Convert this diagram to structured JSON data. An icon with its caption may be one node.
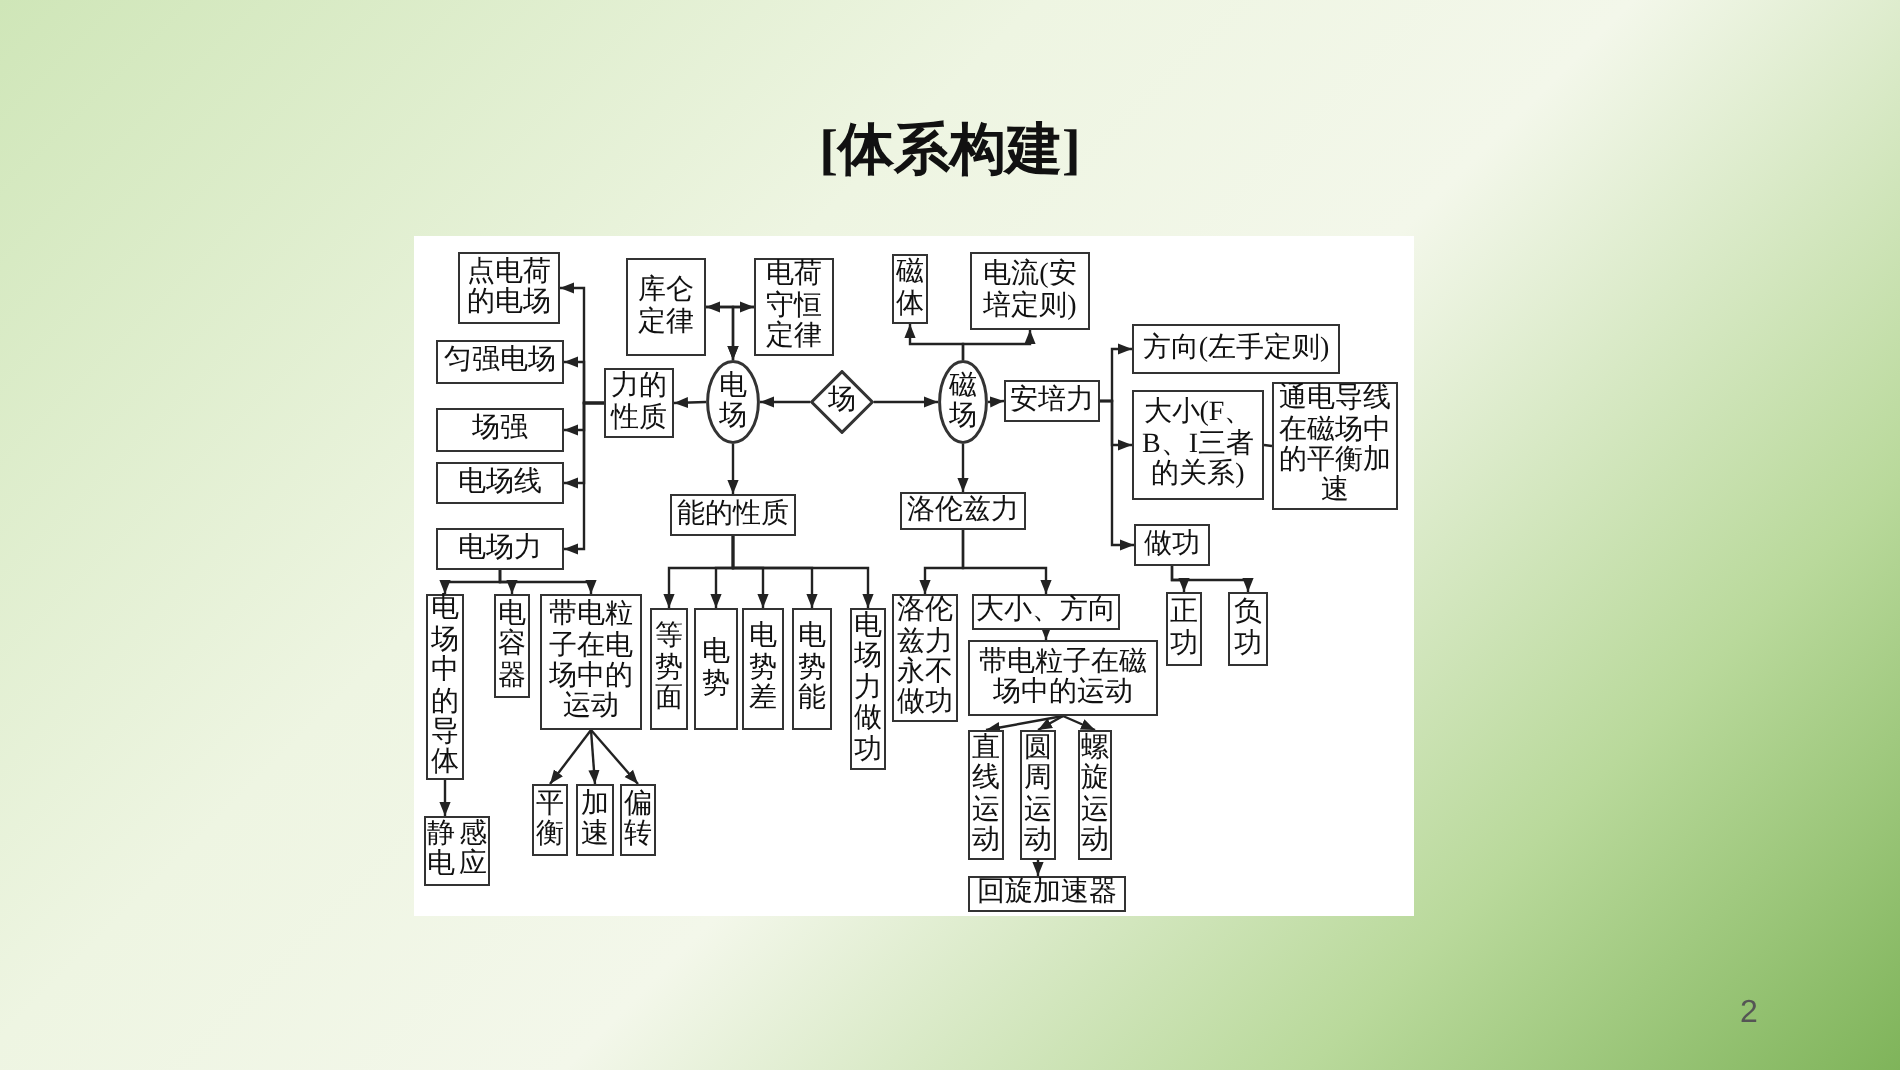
{
  "diagram": {
    "title": "[体系构建]",
    "nodes": [
      {
        "text": [
          "点电荷的电场"
        ]
      },
      {
        "text": [
          "匀强电场"
        ]
      },
      {
        "text": [
          "场强"
        ]
      },
      {
        "text": [
          "电场线"
        ]
      },
      {
        "text": [
          "电场力"
        ]
      },
      {
        "text": [
          "力的性质"
        ]
      },
      {
        "text": [
          "库仑定律"
        ]
      },
      {
        "text": [
          "电荷守恒定律"
        ]
      },
      {
        "text": [
          "电场"
        ]
      },
      {
        "text": [
          "场"
        ]
      },
      {
        "text": [
          "磁体"
        ]
      },
      {
        "text": [
          "电流(安培定则)"
        ]
      },
      {
        "text": [
          "磁场"
        ]
      },
      {
        "text": [
          "安培力"
        ]
      },
      {
        "text": [
          "方向(左手定则)"
        ]
      },
      {
        "text": [
          "大小(F、B、I三者的关系)"
        ]
      },
      {
        "text": [
          "通电导线在磁场中的平衡加速"
        ]
      },
      {
        "text": [
          "做功"
        ]
      },
      {
        "text": [
          "正功"
        ]
      },
      {
        "text": [
          "负功"
        ]
      },
      {
        "text": [
          "能的性质"
        ]
      },
      {
        "text": [
          "洛伦兹力"
        ]
      },
      {
        "text": [
          "电场中的导体"
        ]
      },
      {
        "text": [
          "电容器"
        ]
      },
      {
        "text": [
          "带电粒子在电场中的运动"
        ]
      },
      {
        "text": [
          "等势面"
        ]
      },
      {
        "text": [
          "电势"
        ]
      },
      {
        "text": [
          "电势差"
        ]
      },
      {
        "text": [
          "电势能"
        ]
      },
      {
        "text": [
          "电场力做功"
        ]
      },
      {
        "text": [
          "洛伦兹力永不做功"
        ]
      },
      {
        "text": [
          "大小、方向"
        ]
      },
      {
        "text": [
          "带电粒子在磁场中的运动"
        ]
      },
      {
        "text": [
          "平衡"
        ]
      },
      {
        "text": [
          "加速"
        ]
      },
      {
        "text": [
          "偏转"
        ]
      },
      {
        "text": [
          "静电感应"
        ]
      },
      {
        "text": [
          "直线运动"
        ]
      },
      {
        "text": [
          "圆周运动"
        ]
      },
      {
        "text": [
          "螺旋运动"
        ]
      },
      {
        "text": [
          "回旋加速器"
        ]
      }
    ],
    "edges": [
      {
        "from": 6,
        "to": 7,
        "arrow": "both"
      },
      {
        "from": 6,
        "to": 8,
        "arrow": "to"
      },
      {
        "from": 7,
        "to": 8,
        "arrow": "to"
      },
      {
        "from": 9,
        "to": 8,
        "arrow": "to"
      },
      {
        "from": 9,
        "to": 12,
        "arrow": "to"
      },
      {
        "from": 8,
        "to": 5,
        "arrow": "to"
      },
      {
        "from": 8,
        "to": 20,
        "arrow": "to"
      },
      {
        "from": 5,
        "to": 0,
        "arrow": "to"
      },
      {
        "from": 5,
        "to": 1,
        "arrow": "to"
      },
      {
        "from": 5,
        "to": 2,
        "arrow": "to"
      },
      {
        "from": 5,
        "to": 3,
        "arrow": "to"
      },
      {
        "from": 5,
        "to": 4,
        "arrow": "to"
      },
      {
        "from": 4,
        "to": 22,
        "arrow": "to"
      },
      {
        "from": 4,
        "to": 23,
        "arrow": "to"
      },
      {
        "from": 4,
        "to": 24,
        "arrow": "to"
      },
      {
        "from": 22,
        "to": 36,
        "arrow": "to"
      },
      {
        "from": 24,
        "to": 33,
        "arrow": "to"
      },
      {
        "from": 24,
        "to": 34,
        "arrow": "to"
      },
      {
        "from": 24,
        "to": 35,
        "arrow": "to"
      },
      {
        "from": 20,
        "to": 25,
        "arrow": "to"
      },
      {
        "from": 20,
        "to": 26,
        "arrow": "to"
      },
      {
        "from": 20,
        "to": 27,
        "arrow": "to"
      },
      {
        "from": 20,
        "to": 28,
        "arrow": "to"
      },
      {
        "from": 20,
        "to": 29,
        "arrow": "to"
      },
      {
        "from": 12,
        "to": 10,
        "arrow": "to"
      },
      {
        "from": 12,
        "to": 11,
        "arrow": "to"
      },
      {
        "from": 12,
        "to": 13,
        "arrow": "to"
      },
      {
        "from": 12,
        "to": 21,
        "arrow": "to"
      },
      {
        "from": 13,
        "to": 14,
        "arrow": "to"
      },
      {
        "from": 13,
        "to": 15,
        "arrow": "to"
      },
      {
        "from": 13,
        "to": 17,
        "arrow": "to"
      },
      {
        "from": 15,
        "to": 16,
        "arrow": "none"
      },
      {
        "from": 17,
        "to": 18,
        "arrow": "to"
      },
      {
        "from": 17,
        "to": 19,
        "arrow": "to"
      },
      {
        "from": 21,
        "to": 30,
        "arrow": "to"
      },
      {
        "from": 21,
        "to": 31,
        "arrow": "to"
      },
      {
        "from": 31,
        "to": 32,
        "arrow": "to"
      },
      {
        "from": 32,
        "to": 37,
        "arrow": "to"
      },
      {
        "from": 32,
        "to": 38,
        "arrow": "to"
      },
      {
        "from": 32,
        "to": 39,
        "arrow": "to"
      },
      {
        "from": 38,
        "to": 40,
        "arrow": "to"
      }
    ],
    "labels": [
      "2"
    ]
  }
}
